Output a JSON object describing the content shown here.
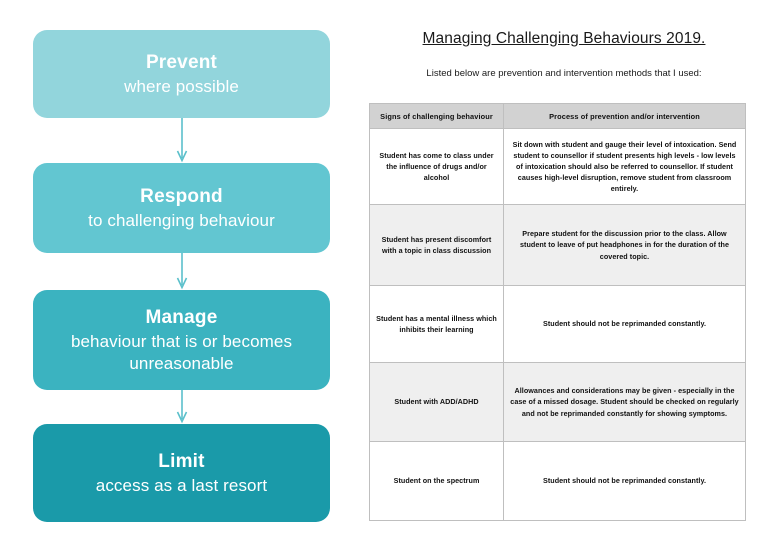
{
  "flowchart": {
    "steps": [
      {
        "title": "Prevent",
        "subtitle": "where possible",
        "color": "#92d5dc"
      },
      {
        "title": "Respond",
        "subtitle": "to challenging behaviour",
        "color": "#62c6d1"
      },
      {
        "title": "Manage",
        "subtitle": "behaviour that is or becomes unreasonable",
        "color": "#3bb3c0"
      },
      {
        "title": "Limit",
        "subtitle": "access as a last resort",
        "color": "#1a9aa9"
      }
    ],
    "arrow_color": "#5bc0cb",
    "arrow_name": "down-arrow-icon"
  },
  "document": {
    "title": "Managing Challenging Behaviours 2019.",
    "subtitle": "Listed below are prevention and intervention methods that I used:",
    "table": {
      "headers": [
        "Signs of challenging behaviour",
        "Process of prevention and/or intervention"
      ],
      "rows": [
        {
          "sign": "Student has come to class under the influence of drugs and/or alcohol",
          "process": "Sit down with student and gauge their level of intoxication. Send student to counsellor if student presents high levels - low levels of intoxication should also be referred to counsellor. If student causes high-level disruption, remove student from classroom entirely."
        },
        {
          "sign": "Student has present discomfort with a topic in class discussion",
          "process": "Prepare student for the discussion prior to the class. Allow student to leave of put headphones in for the duration of the covered topic."
        },
        {
          "sign": "Student has a mental illness which inhibits their learning",
          "process": "Student should not be reprimanded constantly."
        },
        {
          "sign": "Student with ADD/ADHD",
          "process": "Allowances and considerations may be given - especially in the case of a missed dosage. Student should be checked on regularly and not be reprimanded constantly for showing symptoms."
        },
        {
          "sign": "Student on the spectrum",
          "process": "Student should not be reprimanded constantly."
        }
      ]
    }
  }
}
